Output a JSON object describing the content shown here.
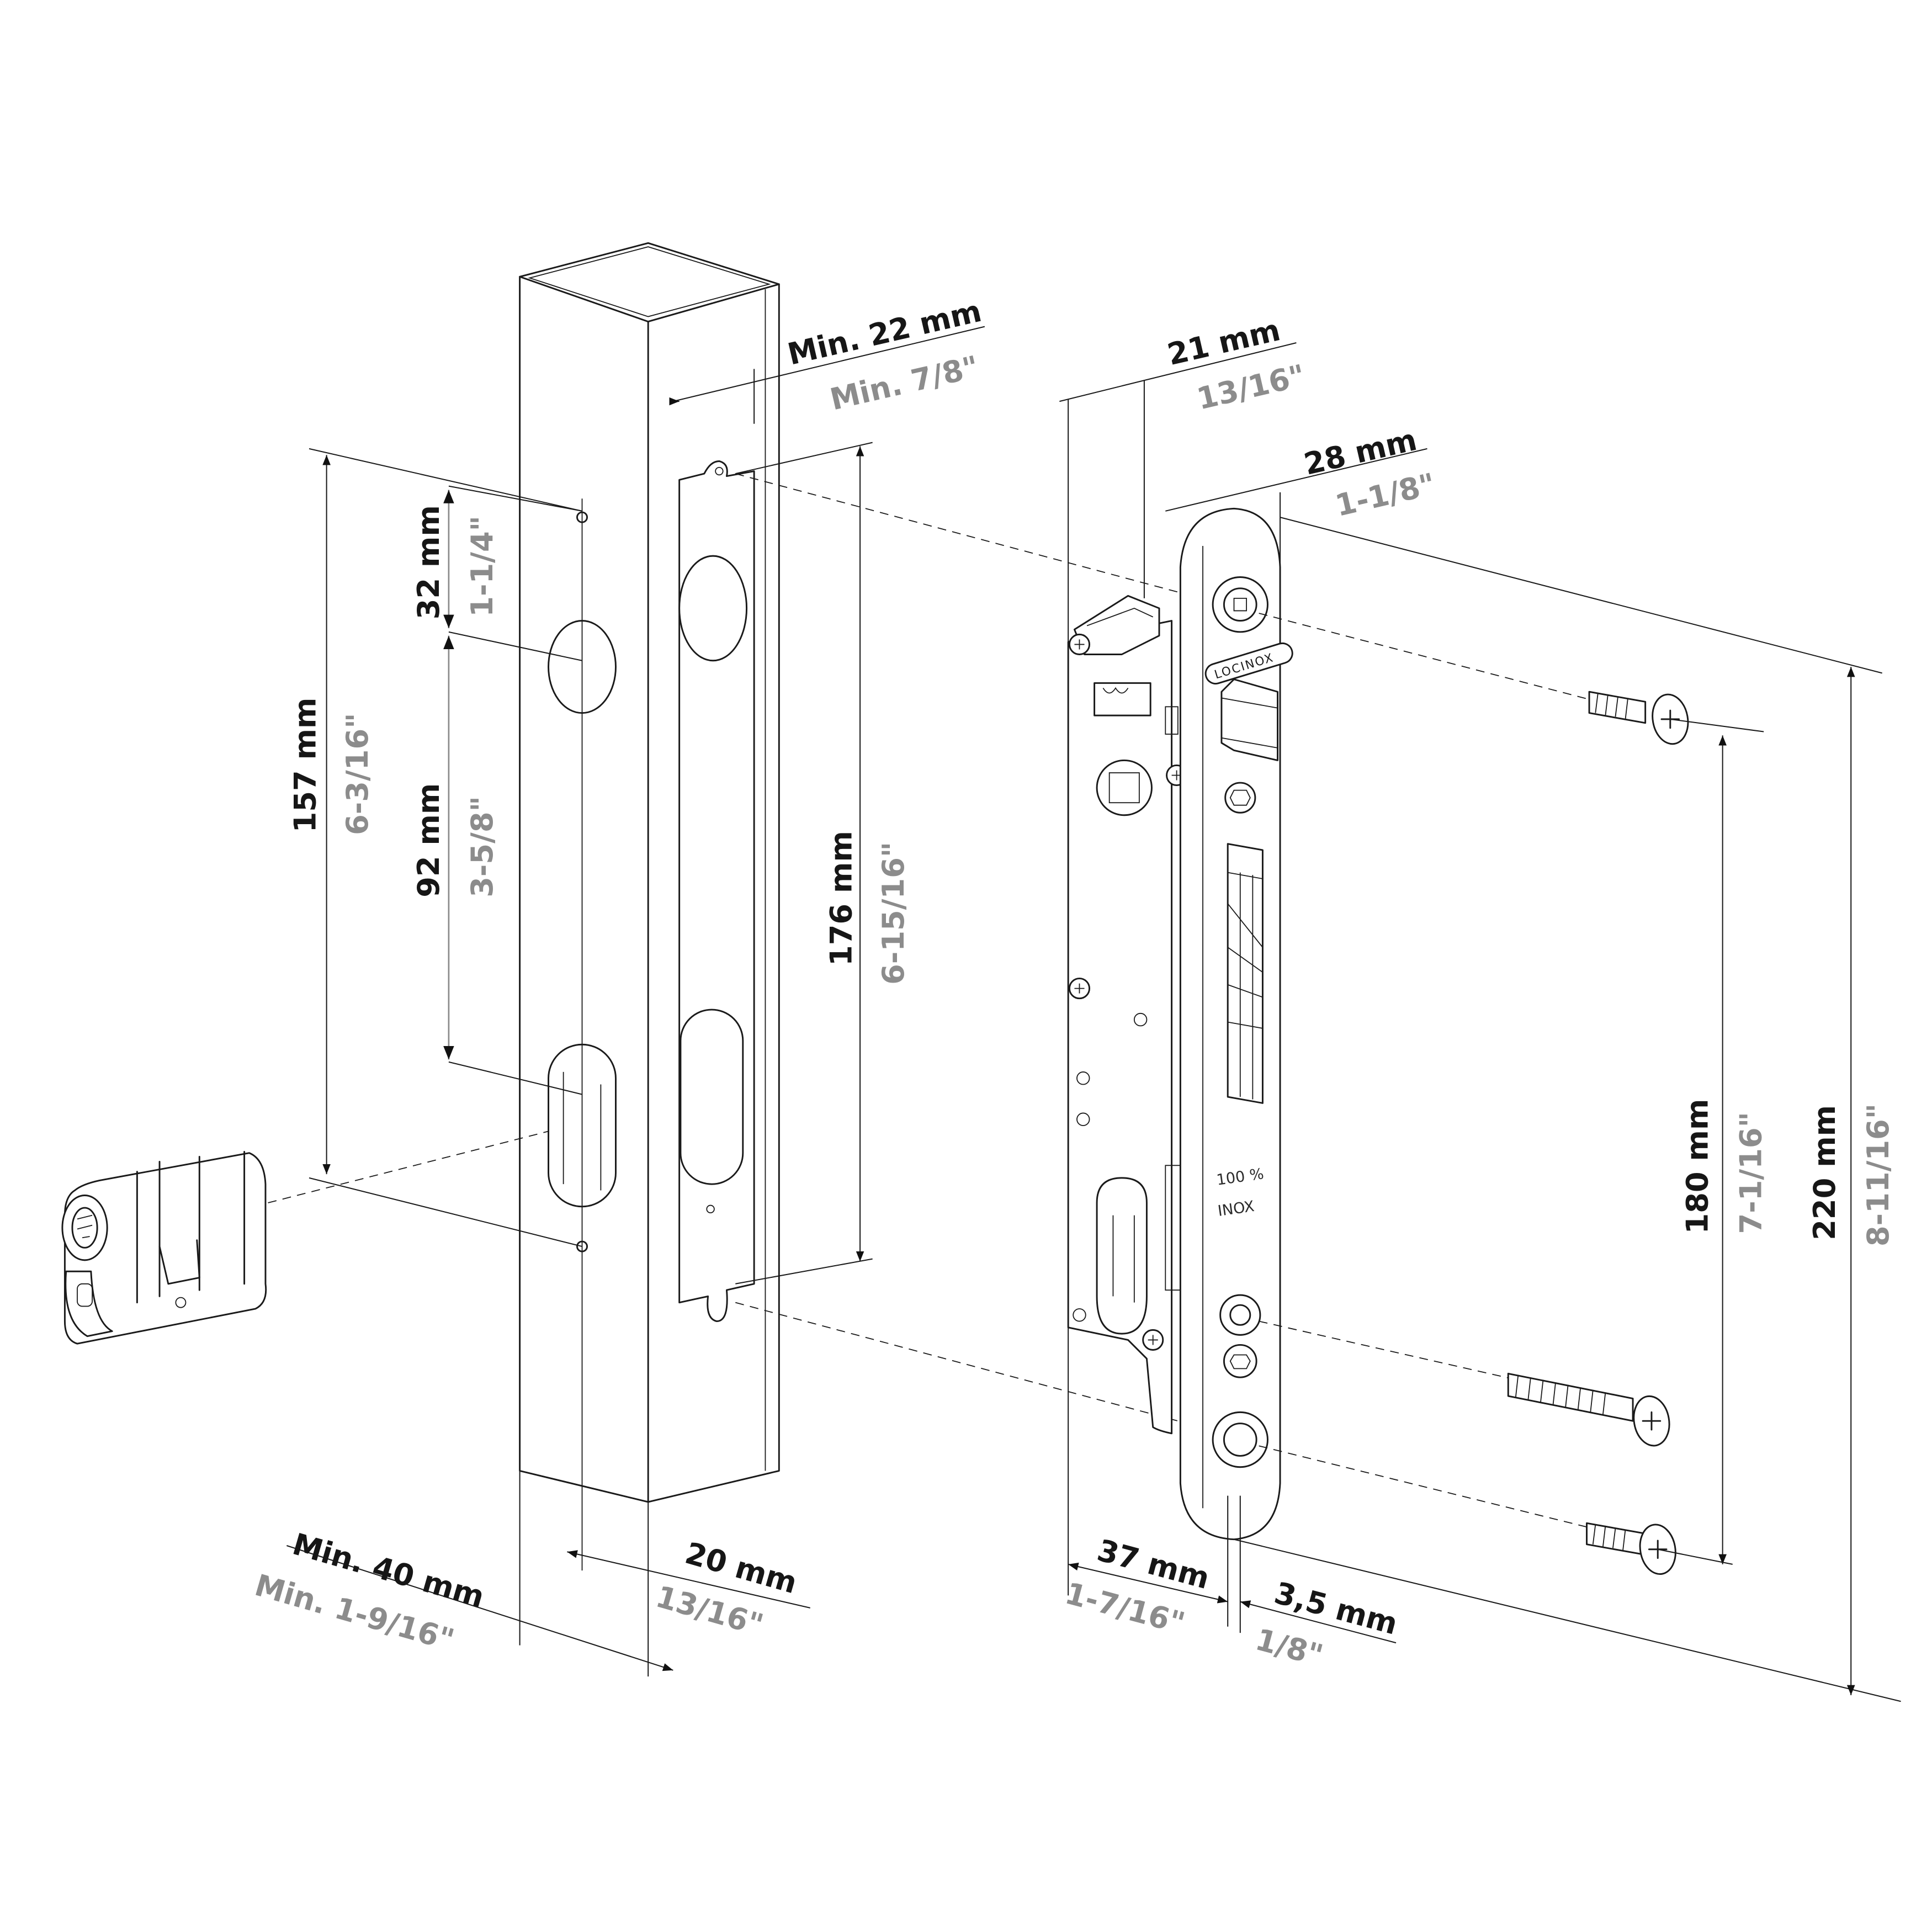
{
  "diagram": {
    "title": "Locinox insert mortise lock installation dimensions",
    "components": {
      "profile": "Square gate profile (tube)",
      "lock": "Mortise lock with faceplate",
      "cylinder": "Euro profile cylinder",
      "screws": [
        "Faceplate screw (top)",
        "Long screw (middle)",
        "Faceplate screw (bottom)"
      ]
    },
    "markings": {
      "brand": "LOCINOX",
      "material_line1": "100 %",
      "material_line2": "INOX"
    },
    "colors": {
      "metric_text": "#161616",
      "imperial_text": "#8c8c8c",
      "line": "#1a1a1a",
      "background": "#ffffff"
    },
    "dimensions": {
      "min_profile_depth": {
        "mm": "Min. 22 mm",
        "inch": "Min. 7/8\""
      },
      "faceplate_to_body": {
        "mm": "21 mm",
        "inch": "13/16\""
      },
      "faceplate_width": {
        "mm": "28 mm",
        "inch": "1-1/8\""
      },
      "cutout_top_offset": {
        "mm": "32 mm",
        "inch": "1-1/4\""
      },
      "hole_spacing": {
        "mm": "92 mm",
        "inch": "3-5/8\""
      },
      "drill_total": {
        "mm": "157 mm",
        "inch": "6-3/16\""
      },
      "slot_length": {
        "mm": "176 mm",
        "inch": "6-15/16\""
      },
      "screw_spacing": {
        "mm": "180 mm",
        "inch": "7-1/16\""
      },
      "faceplate_length": {
        "mm": "220 mm",
        "inch": "8-11/16\""
      },
      "min_profile_width": {
        "mm": "Min. 40 mm",
        "inch": "Min. 1-9/16\""
      },
      "backset": {
        "mm": "20 mm",
        "inch": "13/16\""
      },
      "lock_depth": {
        "mm": "37 mm",
        "inch": "1-7/16\""
      },
      "faceplate_thickness": {
        "mm": "3,5 mm",
        "inch": "1/8\""
      }
    }
  }
}
